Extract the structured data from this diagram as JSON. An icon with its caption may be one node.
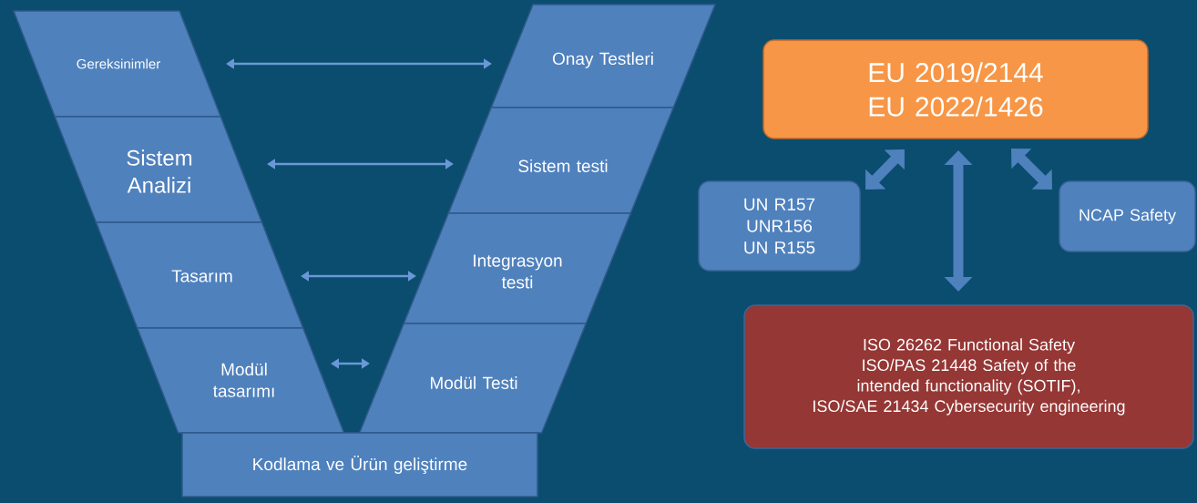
{
  "diagram": {
    "nodes": [
      {
        "text": [
          "Gereksinimler"
        ]
      },
      {
        "text": [
          "Sistem Analizi"
        ]
      },
      {
        "text": [
          "Tasarım"
        ]
      },
      {
        "text": [
          "Modül tasarımı"
        ]
      },
      {
        "text": [
          "Onay Testleri"
        ]
      },
      {
        "text": [
          "Sistem testi"
        ]
      },
      {
        "text": [
          "Integrasyon testi"
        ]
      },
      {
        "text": [
          "Modül Testi"
        ]
      },
      {
        "text": [
          "Kodlama ve Ürün geliştirme"
        ]
      },
      {
        "text": [
          "EU 2019/2144",
          "EU 2022/1426"
        ]
      },
      {
        "text": [
          "UN R157",
          "UNR156",
          "UN R155"
        ]
      },
      {
        "text": [
          "NCAP Safety"
        ]
      },
      {
        "text": [
          "ISO 26262 Functional Safety",
          "ISO/PAS 21448 Safety of the intended functionality (SOTIF),",
          "ISO/SAE 21434 Cybersecurity engineering"
        ]
      }
    ],
    "edges": [
      {
        "from": 0,
        "to": 4,
        "arrow": "both"
      },
      {
        "from": 1,
        "to": 5,
        "arrow": "both"
      },
      {
        "from": 2,
        "to": 6,
        "arrow": "both"
      },
      {
        "from": 3,
        "to": 7,
        "arrow": "both"
      },
      {
        "from": 10,
        "to": 9,
        "arrow": "both",
        "style": "thick"
      },
      {
        "from": 12,
        "to": 9,
        "arrow": "both",
        "style": "thick"
      },
      {
        "from": 11,
        "to": 9,
        "arrow": "both",
        "style": "thick"
      }
    ]
  }
}
